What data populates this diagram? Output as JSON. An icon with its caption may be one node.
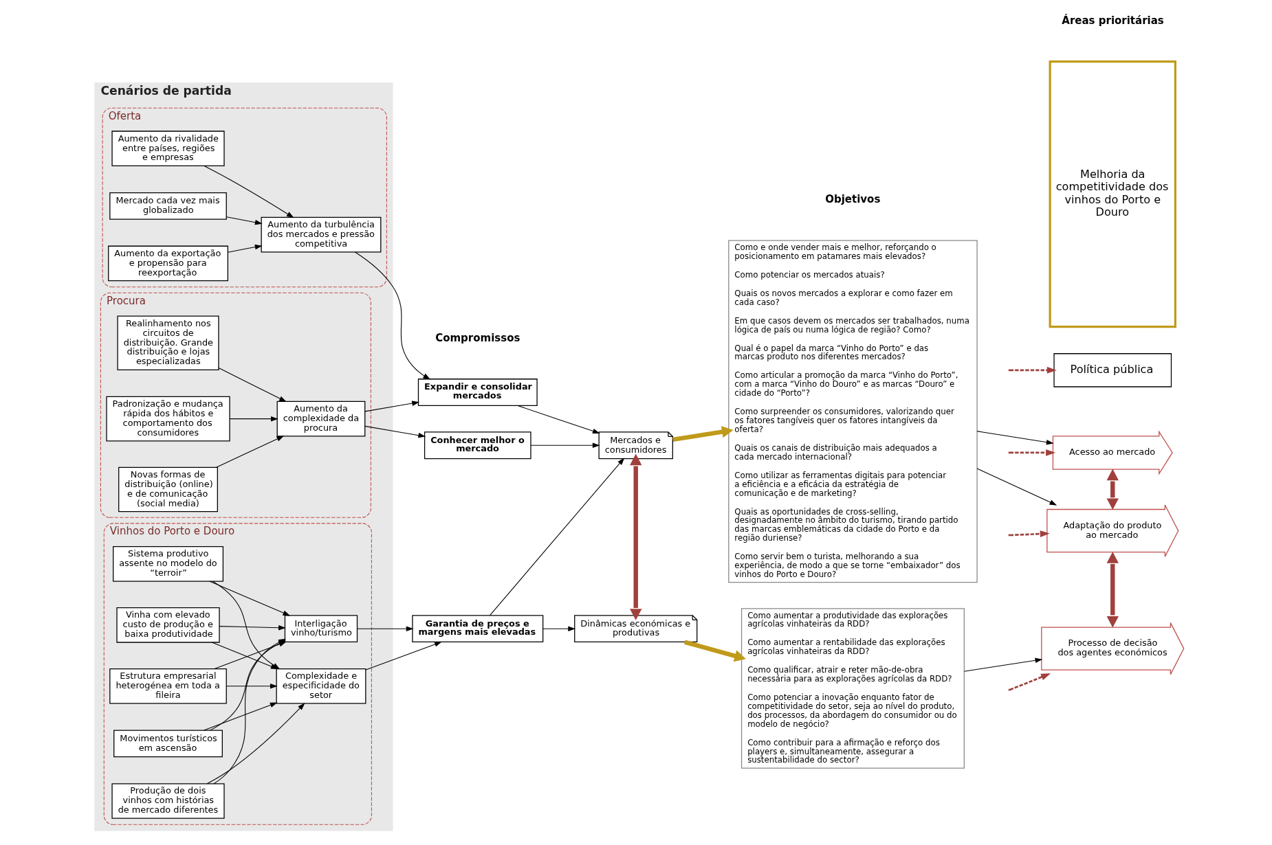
{
  "diagram": {
    "nodes": [
      {
        "text": [
          "Cenários de partida"
        ]
      },
      {
        "text": [
          "Oferta"
        ],
        "in": 0
      },
      {
        "text": [
          "Mercado cada vez mais globalizado"
        ],
        "in": 1
      },
      {
        "text": [
          "Aumento da exportação e propensão para reexportação"
        ],
        "in": 1
      },
      {
        "text": [
          "Aumento da rivalidade entre países, regiões e empresas"
        ],
        "in": 1
      },
      {
        "text": [
          "Aumento da turbulência dos mercados e pressão competitiva"
        ],
        "in": 1
      },
      {
        "text": [
          "Procura"
        ],
        "in": 0
      },
      {
        "text": [
          "Padronização e mudança rápida dos hábitos e comportamento dos consumidores"
        ],
        "in": 6
      },
      {
        "text": [
          "Novas formas de distribuição (online) e de comunicação (social media)"
        ],
        "in": 6
      },
      {
        "text": [
          "Realinhamento nos circuitos de distribuição. Grande distribuição e lojas especializadas"
        ],
        "in": 6
      },
      {
        "text": [
          "Aumento da complexidade da procura"
        ],
        "in": 6
      },
      {
        "text": [
          "Vinhos do Porto e Douro"
        ],
        "in": 0
      },
      {
        "text": [
          "Sistema produtivo assente no modelo do “terroir”"
        ],
        "in": 11
      },
      {
        "text": [
          "Vinha com elevado custo de produção e baixa produtividade"
        ],
        "in": 11
      },
      {
        "text": [
          "Estrutura empresarial heterogénea em toda a fileira"
        ],
        "in": 11
      },
      {
        "text": [
          "Movimentos turísticos em ascensão"
        ],
        "in": 11
      },
      {
        "text": [
          "Produção de dois vinhos com histórias de mercado diferentes"
        ],
        "in": 11
      },
      {
        "text": [
          "Complexidade e especificidade do setor"
        ],
        "in": 11
      },
      {
        "text": [
          "Interligação vinho/turismo"
        ],
        "in": 11
      },
      {
        "text": [
          "Expandir e consolidar mercados"
        ]
      },
      {
        "text": [
          "Conhecer melhor o mercado"
        ]
      },
      {
        "text": [
          "Garantia de preços e margens mais elevadas"
        ]
      },
      {
        "text": [
          "Mercados e consumidores"
        ]
      },
      {
        "text": [
          "Dinâmicas económicas e produtivas"
        ]
      },
      {
        "text": [
          "Como e onde vender mais e melhor, reforçando o posicionamento em patamares mais elevados?",
          "Como potenciar os mercados atuais?",
          "Quais os novos mercados a explorar e como fazer em cada caso?",
          "Em que casos devem os mercados ser trabalhados, numa lógica de país ou numa lógica de região? Como?",
          "Qual é o papel da marca “Vinho do Porto” e das marcas produto nos diferentes mercados?",
          "Como articular a promoção da marca “Vinho do Porto”, com a marca “Vinho do Douro” e as marcas “Douro” e cidade do “Porto”?",
          "Como surpreender os consumidores, valorizando quer os fatores tangíveis quer os fatores intangíveis da oferta?",
          "Quais os canais de distribuição mais adequados a cada mercado internacional?",
          "Como utilizar as ferramentas digitais para potenciar a eficiência e a eficácia da estratégia de comunicação e de marketing?",
          "Quais as oportunidades de cross-selling, designadamente no âmbito do turismo, tirando partido das marcas emblemáticas da cidade do Porto e da região duriense?",
          "Como servir bem o turista, melhorando a sua experiência, de modo a que se torne “embaixador” dos vinhos do Porto e Douro?"
        ]
      },
      {
        "text": [
          "Como aumentar a produtividade das explorações agrícolas vinhateiras da RDD?",
          "Como aumentar a rentabilidade das explorações agrícolas vinhateiras da RDD?",
          "Como qualificar, atrair e reter mão-de-obra necessária para as explorações agrícolas da RDD?",
          "Como potenciar a inovação enquanto fator de competitividade do setor, seja ao nível do produto, dos processos, da abordagem do consumidor ou do modelo de negócio?",
          "Como contribuir para a afirmação e reforço dos players e, simultaneamente, assegurar a sustentabilidade do sector?"
        ]
      },
      {
        "text": [
          "Acesso ao mercado"
        ]
      },
      {
        "text": [
          "Adaptação do produto ao mercado"
        ]
      },
      {
        "text": [
          "Processo de decisão dos agentes económicos"
        ]
      },
      {
        "text": [
          "Política pública"
        ]
      },
      {
        "text": [
          "Melhoria da competitividade dos vinhos do Porto e Douro"
        ]
      }
    ],
    "edges": [
      {
        "from": 2,
        "to": 5,
        "arrow": "to"
      },
      {
        "from": 3,
        "to": 5,
        "arrow": "to"
      },
      {
        "from": 4,
        "to": 5,
        "arrow": "to"
      },
      {
        "from": 7,
        "to": 10,
        "arrow": "to"
      },
      {
        "from": 8,
        "to": 10,
        "arrow": "to"
      },
      {
        "from": 9,
        "to": 10,
        "arrow": "to"
      },
      {
        "from": 12,
        "to": 17,
        "arrow": "to"
      },
      {
        "from": 12,
        "to": 18,
        "arrow": "to"
      },
      {
        "from": 13,
        "to": 17,
        "arrow": "to"
      },
      {
        "from": 13,
        "to": 18,
        "arrow": "to"
      },
      {
        "from": 14,
        "to": 17,
        "arrow": "to"
      },
      {
        "from": 14,
        "to": 18,
        "arrow": "to"
      },
      {
        "from": 15,
        "to": 17,
        "arrow": "to"
      },
      {
        "from": 15,
        "to": 18,
        "arrow": "to"
      },
      {
        "from": 16,
        "to": 17,
        "arrow": "to"
      },
      {
        "from": 16,
        "to": 18,
        "arrow": "to"
      },
      {
        "from": 5,
        "to": 19,
        "arrow": "to"
      },
      {
        "from": 10,
        "to": 19,
        "arrow": "to"
      },
      {
        "from": 10,
        "to": 20,
        "arrow": "to"
      },
      {
        "from": 17,
        "to": 21,
        "arrow": "to"
      },
      {
        "from": 18,
        "to": 21,
        "arrow": "to"
      },
      {
        "from": 19,
        "to": 22,
        "arrow": "to"
      },
      {
        "from": 20,
        "to": 22,
        "arrow": "to"
      },
      {
        "from": 21,
        "to": 22,
        "arrow": "to"
      },
      {
        "from": 21,
        "to": 23,
        "arrow": "to"
      },
      {
        "from": 22,
        "to": 23,
        "arrow": "both",
        "style": "thick",
        "color": "#a0403c"
      },
      {
        "from": 22,
        "to": 24,
        "arrow": "to",
        "style": "thick",
        "color": "#c09a1a"
      },
      {
        "from": 23,
        "to": 25,
        "arrow": "to",
        "style": "thick",
        "color": "#c09a1a"
      },
      {
        "from": 24,
        "to": 26,
        "arrow": "to"
      },
      {
        "from": 24,
        "to": 27,
        "arrow": "to"
      },
      {
        "from": 25,
        "to": 28,
        "arrow": "to"
      },
      {
        "from": 26,
        "to": 27,
        "arrow": "both",
        "style": "thick",
        "color": "#a0403c"
      },
      {
        "from": 27,
        "to": 28,
        "arrow": "both",
        "style": "thick",
        "color": "#a0403c"
      },
      {
        "from": null,
        "to": 26,
        "arrow": "to",
        "style": "dashed",
        "color": "#a0403c"
      },
      {
        "from": null,
        "to": 27,
        "arrow": "to",
        "style": "dashed",
        "color": "#a0403c"
      },
      {
        "from": null,
        "to": 28,
        "arrow": "to",
        "style": "dashed",
        "color": "#a0403c"
      },
      {
        "from": null,
        "to": 29,
        "arrow": "to",
        "style": "dashed",
        "color": "#a0403c"
      }
    ],
    "labels": [
      "Compromissos",
      "Objetivos",
      "Áreas prioritárias"
    ]
  }
}
